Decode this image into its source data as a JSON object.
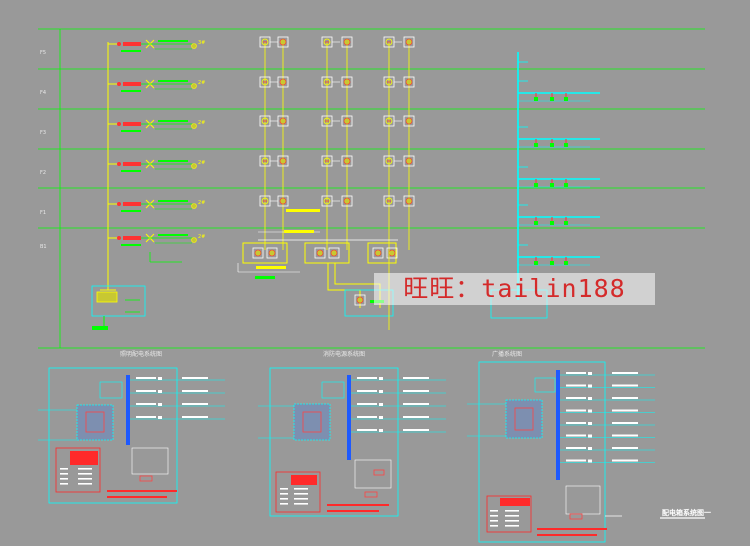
{
  "floors": [
    {
      "label": "F5",
      "tag": "3#"
    },
    {
      "label": "F4",
      "tag": "2#"
    },
    {
      "label": "F3",
      "tag": "2#"
    },
    {
      "label": "F2",
      "tag": "2#"
    },
    {
      "label": "F1",
      "tag": "2#"
    },
    {
      "label": "B1",
      "tag": "2#"
    }
  ],
  "captions": {
    "left": "照明配电系统图",
    "middle": "消防电源系统图",
    "right": "广播系统图"
  },
  "drawing_title": "配电箱系统图一",
  "watermark": "旺旺：tailin188",
  "colors": {
    "background": "#999999",
    "floor_line": "#00ff00",
    "riser": "#ffff00",
    "device": "#00ffff",
    "bus": "#1e5aff",
    "note": "#ff2a2a",
    "text": "#e8e8e8"
  }
}
